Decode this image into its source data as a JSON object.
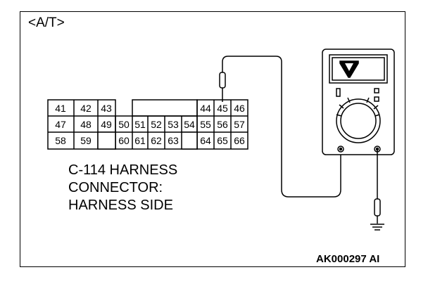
{
  "mode_label": "<A/T>",
  "connector": {
    "label_lines": [
      "C-114 HARNESS",
      "CONNECTOR:",
      "HARNESS SIDE"
    ],
    "rows": [
      [
        "41",
        "42",
        "43",
        "44",
        "45",
        "46"
      ],
      [
        "47",
        "48",
        "49",
        "50",
        "51",
        "52",
        "53",
        "54",
        "55",
        "56",
        "57"
      ],
      [
        "58",
        "59",
        "60",
        "61",
        "62",
        "63",
        "64",
        "65",
        "66"
      ]
    ],
    "probed_pin": "45"
  },
  "meter": {
    "display_symbol": "V",
    "display_icon": "voltage-symbol-icon"
  },
  "ground_icon": "ground-symbol-icon",
  "figure_id": "AK000297 AI"
}
